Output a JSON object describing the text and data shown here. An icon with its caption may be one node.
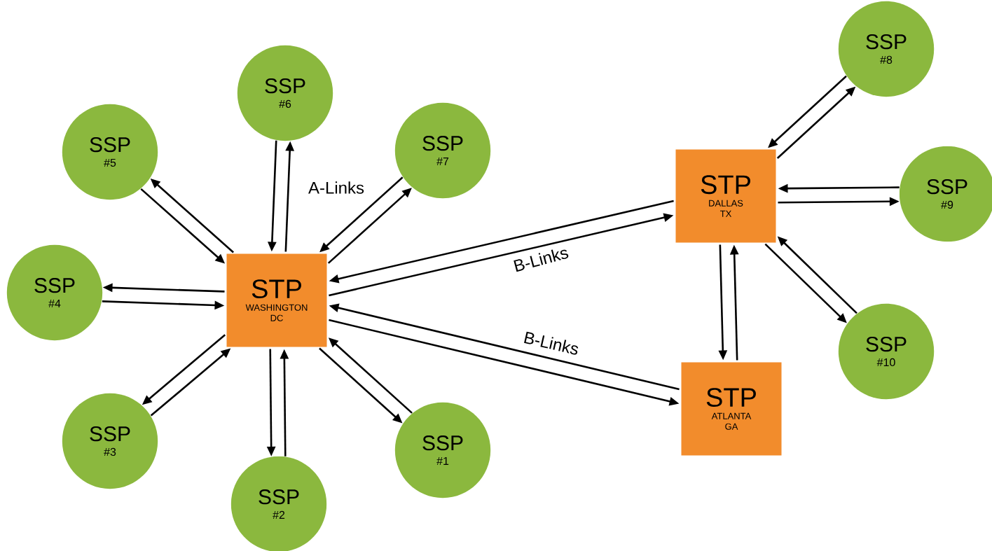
{
  "diagram": {
    "nodes": [
      {
        "text": [
          "SSP",
          "#8"
        ]
      },
      {
        "text": [
          "SSP",
          "#6"
        ]
      },
      {
        "text": [
          "SSP",
          "#5"
        ]
      },
      {
        "text": [
          "SSP",
          "#7"
        ]
      },
      {
        "text": [
          "STP",
          "DALLAS TX"
        ]
      },
      {
        "text": [
          "SSP",
          "#9"
        ]
      },
      {
        "text": [
          "SSP",
          "#4"
        ]
      },
      {
        "text": [
          "STP",
          "WASHINGTON DC"
        ]
      },
      {
        "text": [
          "SSP",
          "#10"
        ]
      },
      {
        "text": [
          "SSP",
          "#3"
        ]
      },
      {
        "text": [
          "SSP",
          "#1"
        ]
      },
      {
        "text": [
          "STP",
          "ATLANTA GA"
        ]
      },
      {
        "text": [
          "SSP",
          "#2"
        ]
      }
    ],
    "edges": [
      {
        "from": 7,
        "to": 1,
        "arrow": "to"
      },
      {
        "from": 1,
        "to": 7,
        "arrow": "to"
      },
      {
        "from": 7,
        "to": 2,
        "arrow": "to"
      },
      {
        "from": 2,
        "to": 7,
        "arrow": "to"
      },
      {
        "from": 7,
        "to": 3,
        "arrow": "to"
      },
      {
        "from": 3,
        "to": 7,
        "arrow": "to"
      },
      {
        "from": 7,
        "to": 6,
        "arrow": "to"
      },
      {
        "from": 6,
        "to": 7,
        "arrow": "to"
      },
      {
        "from": 7,
        "to": 9,
        "arrow": "to"
      },
      {
        "from": 9,
        "to": 7,
        "arrow": "to"
      },
      {
        "from": 7,
        "to": 12,
        "arrow": "to"
      },
      {
        "from": 12,
        "to": 7,
        "arrow": "to"
      },
      {
        "from": 7,
        "to": 10,
        "arrow": "to"
      },
      {
        "from": 10,
        "to": 7,
        "arrow": "to"
      },
      {
        "from": 7,
        "to": 4,
        "arrow": "to"
      },
      {
        "from": 4,
        "to": 7,
        "arrow": "to"
      },
      {
        "from": 7,
        "to": 11,
        "arrow": "to"
      },
      {
        "from": 11,
        "to": 7,
        "arrow": "to"
      },
      {
        "from": 4,
        "to": 0,
        "arrow": "to"
      },
      {
        "from": 0,
        "to": 4,
        "arrow": "to"
      },
      {
        "from": 4,
        "to": 5,
        "arrow": "to"
      },
      {
        "from": 5,
        "to": 4,
        "arrow": "to"
      },
      {
        "from": 4,
        "to": 8,
        "arrow": "to"
      },
      {
        "from": 8,
        "to": 4,
        "arrow": "to"
      },
      {
        "from": 4,
        "to": 11,
        "arrow": "to"
      },
      {
        "from": 11,
        "to": 4,
        "arrow": "to"
      }
    ],
    "labels": [
      "A-Links",
      "B-Links",
      "B-Links"
    ]
  }
}
